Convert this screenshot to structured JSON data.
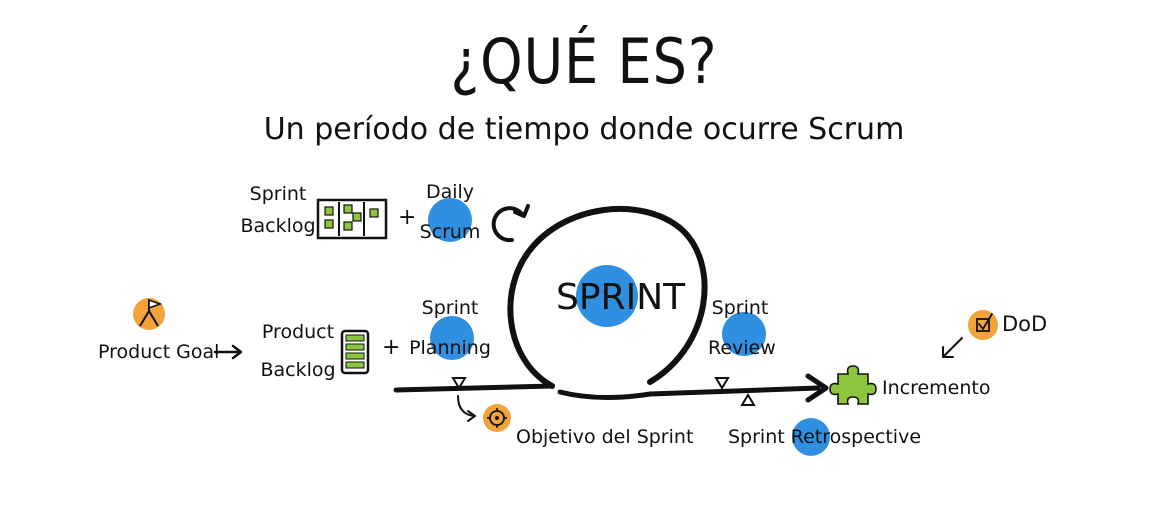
{
  "title": "¿QUÉ ES?",
  "subtitle": "Un período de tiempo donde ocurre Scrum",
  "sprint_label": "SPRINT",
  "sprint_backlog": {
    "line1": "Sprint",
    "line2": "Backlog"
  },
  "plus1": "+",
  "daily_scrum": {
    "line1": "Daily",
    "line2": "Scrum"
  },
  "product_goal": "Product Goal",
  "product_backlog": {
    "line1": "Product",
    "line2": "Backlog"
  },
  "plus2": "+",
  "sprint_planning": {
    "line1": "Sprint",
    "line2": "Planning"
  },
  "sprint_review": {
    "line1": "Sprint",
    "line2": "Review"
  },
  "objetivo": "Objetivo del Sprint",
  "retro": "Sprint Retrospective",
  "dod": "DoD",
  "incremento": "Incremento",
  "colors": {
    "blue": "#2f8fe0",
    "orange": "#f2a33a",
    "green": "#8cc63f",
    "ink": "#111111"
  },
  "icons": [
    "flag-icon",
    "target-icon",
    "checkbox-icon",
    "puzzle-icon",
    "kanban-board-icon",
    "backlog-stack-icon",
    "loop-arrow-icon"
  ]
}
